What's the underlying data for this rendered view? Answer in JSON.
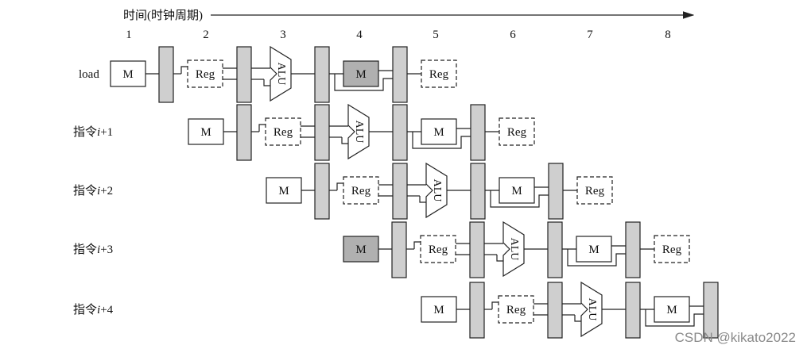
{
  "axis": {
    "label": "时间(时钟周期)"
  },
  "cycles": [
    "1",
    "2",
    "3",
    "4",
    "5",
    "6",
    "7",
    "8"
  ],
  "instructions": [
    {
      "label": "load"
    },
    {
      "label_prefix": "指令",
      "label_suffix": "+1"
    },
    {
      "label_prefix": "指令",
      "label_suffix": "+2"
    },
    {
      "label_prefix": "指令",
      "label_suffix": "+3"
    },
    {
      "label_prefix": "指令",
      "label_suffix": "+4"
    }
  ],
  "italic_var": "i",
  "stages": {
    "mem": "M",
    "reg": "Reg",
    "alu": "ALU"
  },
  "shaded_memory": [
    {
      "row": 0,
      "stage": "MEM"
    },
    {
      "row": 3,
      "stage": "IF"
    }
  ],
  "colors": {
    "line": "#222222",
    "latch": "#cfcfcf",
    "shade": "#b0b0b0",
    "bg": "#ffffff"
  },
  "watermark": "CSDN @kikato2022"
}
